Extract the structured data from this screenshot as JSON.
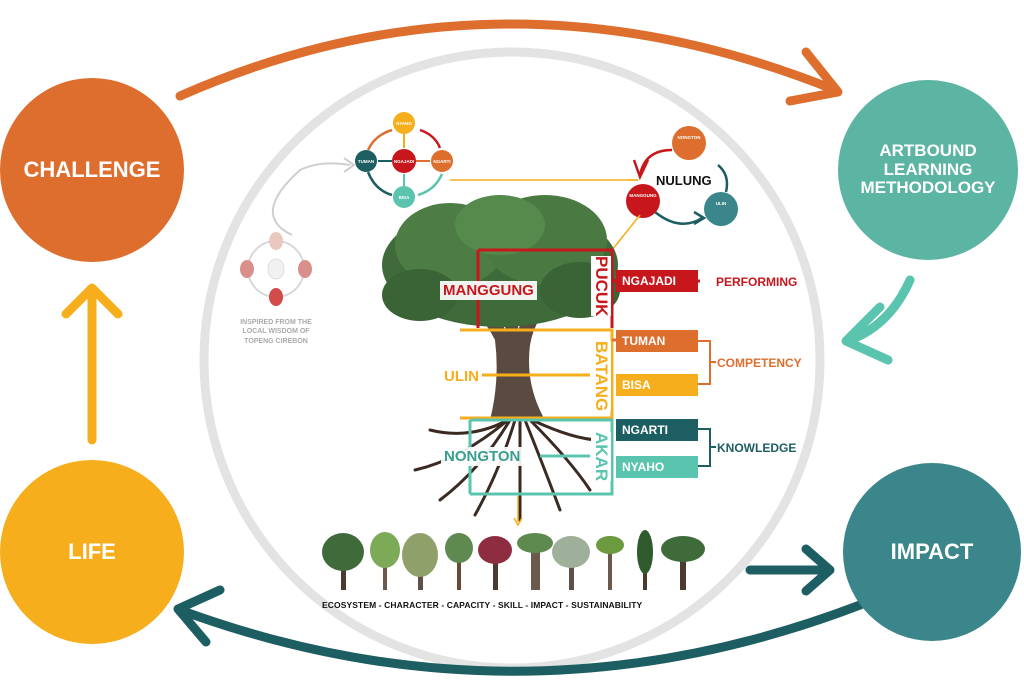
{
  "cycle": {
    "challenge": "CHALLENGE",
    "artbound": "ARTBOUND LEARNING METHODOLOGY",
    "impact": "IMPACT",
    "life": "LIFE"
  },
  "colors": {
    "orange": "#DE6E2E",
    "teal_light": "#5BB5A2",
    "teal_dark": "#3A868A",
    "yellow": "#F7AE1C",
    "red": "#C8161D",
    "dark_teal": "#1D5E63",
    "mint": "#5BC4AE"
  },
  "small_cycle": {
    "nodes": [
      "NYAHO",
      "TUMAN",
      "NGAJADI",
      "NGARTI",
      "BISA"
    ]
  },
  "nulung": {
    "title": "NULUNG",
    "nongton": "NONGTON",
    "manggung": "MANGGUNG",
    "ulin": "ULIN"
  },
  "masks": {
    "caption": "INSPIRED FROM THE LOCAL WISDOM OF TOPENG CIREBON"
  },
  "tree": {
    "left_labels": {
      "manggung": "MANGGUNG",
      "ulin": "ULIN",
      "nongton": "NONGTON"
    },
    "parts": {
      "pucuk": "PUCUK",
      "batang": "BATANG",
      "akar": "AKAR"
    },
    "boxes": {
      "ngajadi": "NGAJADI",
      "tuman": "TUMAN",
      "bisa": "BISA",
      "ngarti": "NGARTI",
      "nyaho": "NYAHO"
    },
    "outcomes": {
      "performing": "PERFORMING",
      "competency": "COMPETENCY",
      "knowledge": "KNOWLEDGE"
    }
  },
  "bottom_caption": "ECOSYSTEM - CHARACTER - CAPACITY - SKILL - IMPACT - SUSTAINABILITY"
}
